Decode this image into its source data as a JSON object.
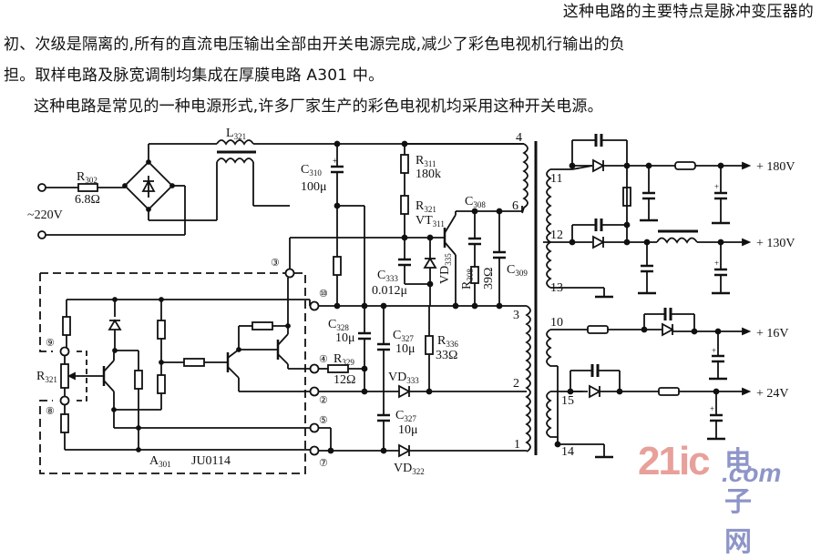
{
  "text": {
    "paragraphs": [
      "这种电路的主要特点是脉冲变压器的",
      "初、次级是隔离的,所有的直流电压输出全部由开关电源完成,减少了彩色电视机行输出的负",
      "担。取样电路及脉宽调制均集成在厚膜电路 A301 中。",
      "这种电路是常见的一种电源形式,许多厂家生产的彩色电视机均采用这种开关电源。"
    ]
  },
  "schematic": {
    "input": {
      "voltage": "~220V"
    },
    "components": {
      "R302": {
        "name": "R",
        "sub": "302",
        "value": "6.8Ω"
      },
      "L321": {
        "name": "L",
        "sub": "321"
      },
      "C310": {
        "name": "C",
        "sub": "310",
        "value": "100μ"
      },
      "R311": {
        "name": "R",
        "sub": "311",
        "value": "180k"
      },
      "R321a": {
        "name": "R",
        "sub": "321"
      },
      "VT311": {
        "name": "VT",
        "sub": "311"
      },
      "C308": {
        "name": "C",
        "sub": "308"
      },
      "C309": {
        "name": "C",
        "sub": "309"
      },
      "C333": {
        "name": "C",
        "sub": "333",
        "value": "0.012μ"
      },
      "VD335": {
        "name": "VD",
        "sub": "335"
      },
      "R308": {
        "name": "R",
        "sub": "308",
        "value": "39Ω"
      },
      "C328": {
        "name": "C",
        "sub": "328",
        "value": "10μ"
      },
      "C327a": {
        "name": "C",
        "sub": "327",
        "value": "10μ"
      },
      "R336": {
        "name": "R",
        "sub": "336",
        "value": "33Ω"
      },
      "R329": {
        "name": "R",
        "sub": "329",
        "value": "12Ω"
      },
      "VD333": {
        "name": "VD",
        "sub": "333"
      },
      "C327b": {
        "name": "C",
        "sub": "327",
        "value": "10μ"
      },
      "VD322": {
        "name": "VD",
        "sub": "322"
      },
      "R321b": {
        "name": "R",
        "sub": "321"
      },
      "A301": {
        "name": "A",
        "sub": "301",
        "model": "JU0114"
      }
    },
    "ic_pins": [
      "③",
      "⑩",
      "⑨",
      "④",
      "②",
      "⑧",
      "⑤",
      "⑦"
    ],
    "primary_taps": [
      "4",
      "6",
      "3",
      "2",
      "1"
    ],
    "secondary_taps": [
      "11",
      "12",
      "13",
      "10",
      "15",
      "14"
    ],
    "outputs": [
      "+ 180V",
      "+ 130V",
      "+ 16V",
      "+ 24V"
    ]
  },
  "watermark": {
    "brand": "21ic",
    "cn": "电子网",
    "domain": ".com"
  }
}
